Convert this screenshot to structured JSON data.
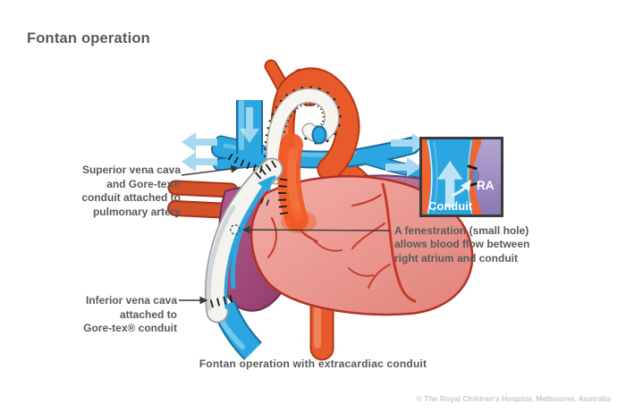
{
  "title": "Fontan operation",
  "labels": {
    "svc": {
      "lines": [
        "Superior vena cava",
        "and Gore-tex®",
        "conduit attached to",
        "pulmonary artery"
      ]
    },
    "ivc": {
      "lines": [
        "Inferior vena cava",
        "attached to",
        "Gore-tex® conduit"
      ]
    },
    "fenestration": {
      "lines": [
        "A fenestration (small hole)",
        "allows blood flow between",
        "right atrium and conduit"
      ]
    }
  },
  "inset": {
    "conduit_label": "Conduit",
    "ra_label": "RA"
  },
  "caption": "Fontan operation with extracardiac conduit",
  "copyright": "© The Royal Children's Hospital, Melbourne, Australia",
  "colors": {
    "aorta_red": "#e85a2a",
    "vein_blue": "#2ba6e0",
    "flow_arrow_blue": "#a7d8f1",
    "conduit_white": "#f4f3ee",
    "atrium_purple": "#9c4377",
    "heart_pink": "#ec9a92",
    "inset_orange": "#f0642f",
    "inset_purple": "#8b78b4",
    "text_gray": "#58595b",
    "copyright_gray": "#c7c8ca"
  }
}
